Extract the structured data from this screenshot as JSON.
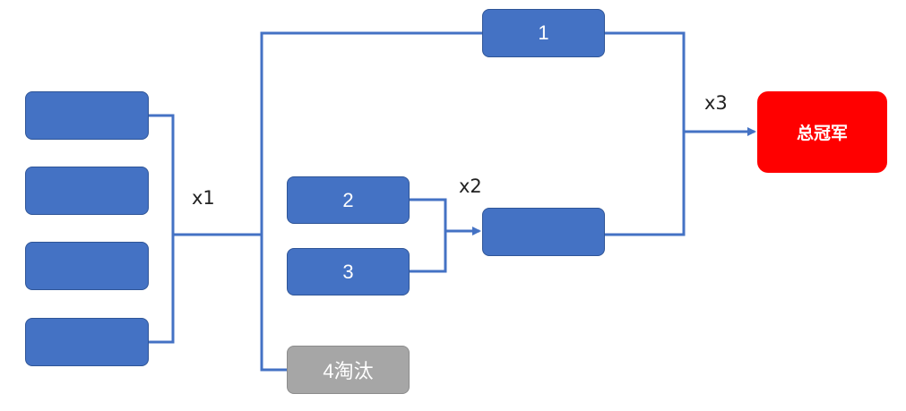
{
  "diagram": {
    "entrants": [
      {
        "label": ""
      },
      {
        "label": ""
      },
      {
        "label": ""
      },
      {
        "label": ""
      }
    ],
    "rank_1": {
      "label": "1"
    },
    "rank_2": {
      "label": "2"
    },
    "rank_3": {
      "label": "3"
    },
    "eliminated": {
      "label": "4淘汰"
    },
    "playoff_winner": {
      "label": ""
    },
    "champion": {
      "label": "总冠军"
    },
    "multipliers": {
      "round1": "x1",
      "round2": "x2",
      "round3": "x3"
    },
    "colors": {
      "box": "#4472c4",
      "box_border": "#2f5597",
      "line": "#4472c4",
      "eliminated": "#a6a6a6",
      "champion": "#ff0000"
    }
  }
}
